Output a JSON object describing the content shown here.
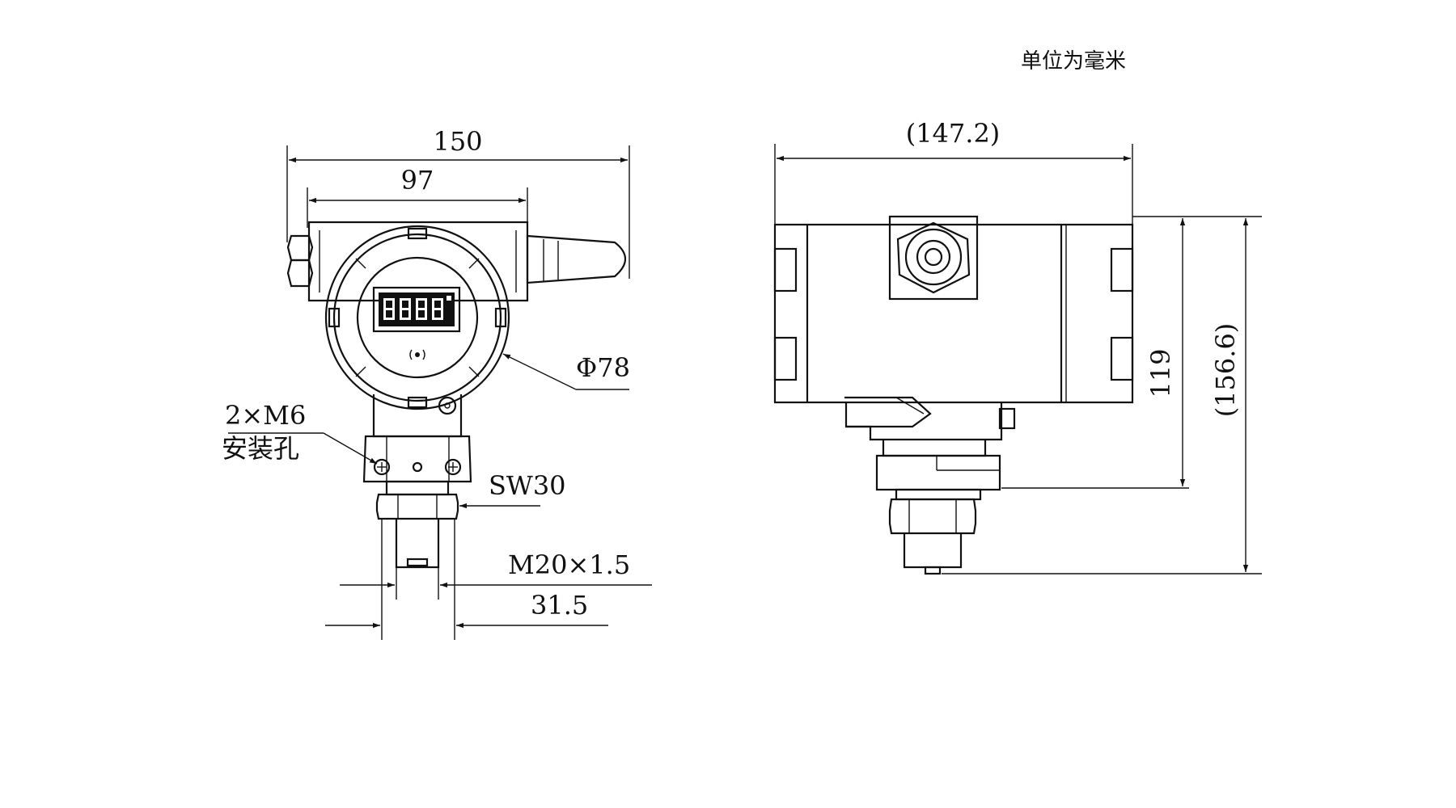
{
  "diagram": {
    "units_note": "单位为毫米",
    "front_view": {
      "overall_width": "150",
      "body_width": "97",
      "diameter": "Φ78",
      "mounting_holes_line1": "2×M6",
      "mounting_holes_line2": "安装孔",
      "wrench_size": "SW30",
      "thread": "M20×1.5",
      "thread_width": "31.5"
    },
    "side_view": {
      "overall_length": "(147.2)",
      "height_to_flats": "119",
      "overall_height": "(156.6)"
    }
  },
  "colors": {
    "line": "#111111",
    "background": "#ffffff"
  }
}
